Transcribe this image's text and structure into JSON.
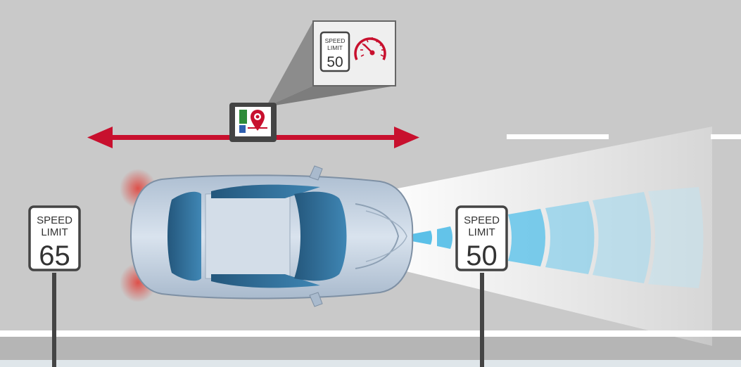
{
  "colors": {
    "road": "#c9c9c9",
    "arrow_red": "#c8102e",
    "sign_border": "#444444",
    "sensor_beam": "#5bc0e8",
    "car_body": "#b9c8d8",
    "glass": "#2f6e97"
  },
  "icons": [
    "speed-limit-sign-icon",
    "speedometer-icon",
    "navigation-map-icon"
  ],
  "callout": {
    "sign": {
      "line1": "SPEED",
      "line2": "LIMIT",
      "value": "50"
    }
  },
  "signs": [
    {
      "line1": "SPEED",
      "line2": "LIMIT",
      "value": "65"
    },
    {
      "line1": "SPEED",
      "line2": "LIMIT",
      "value": "50"
    }
  ]
}
